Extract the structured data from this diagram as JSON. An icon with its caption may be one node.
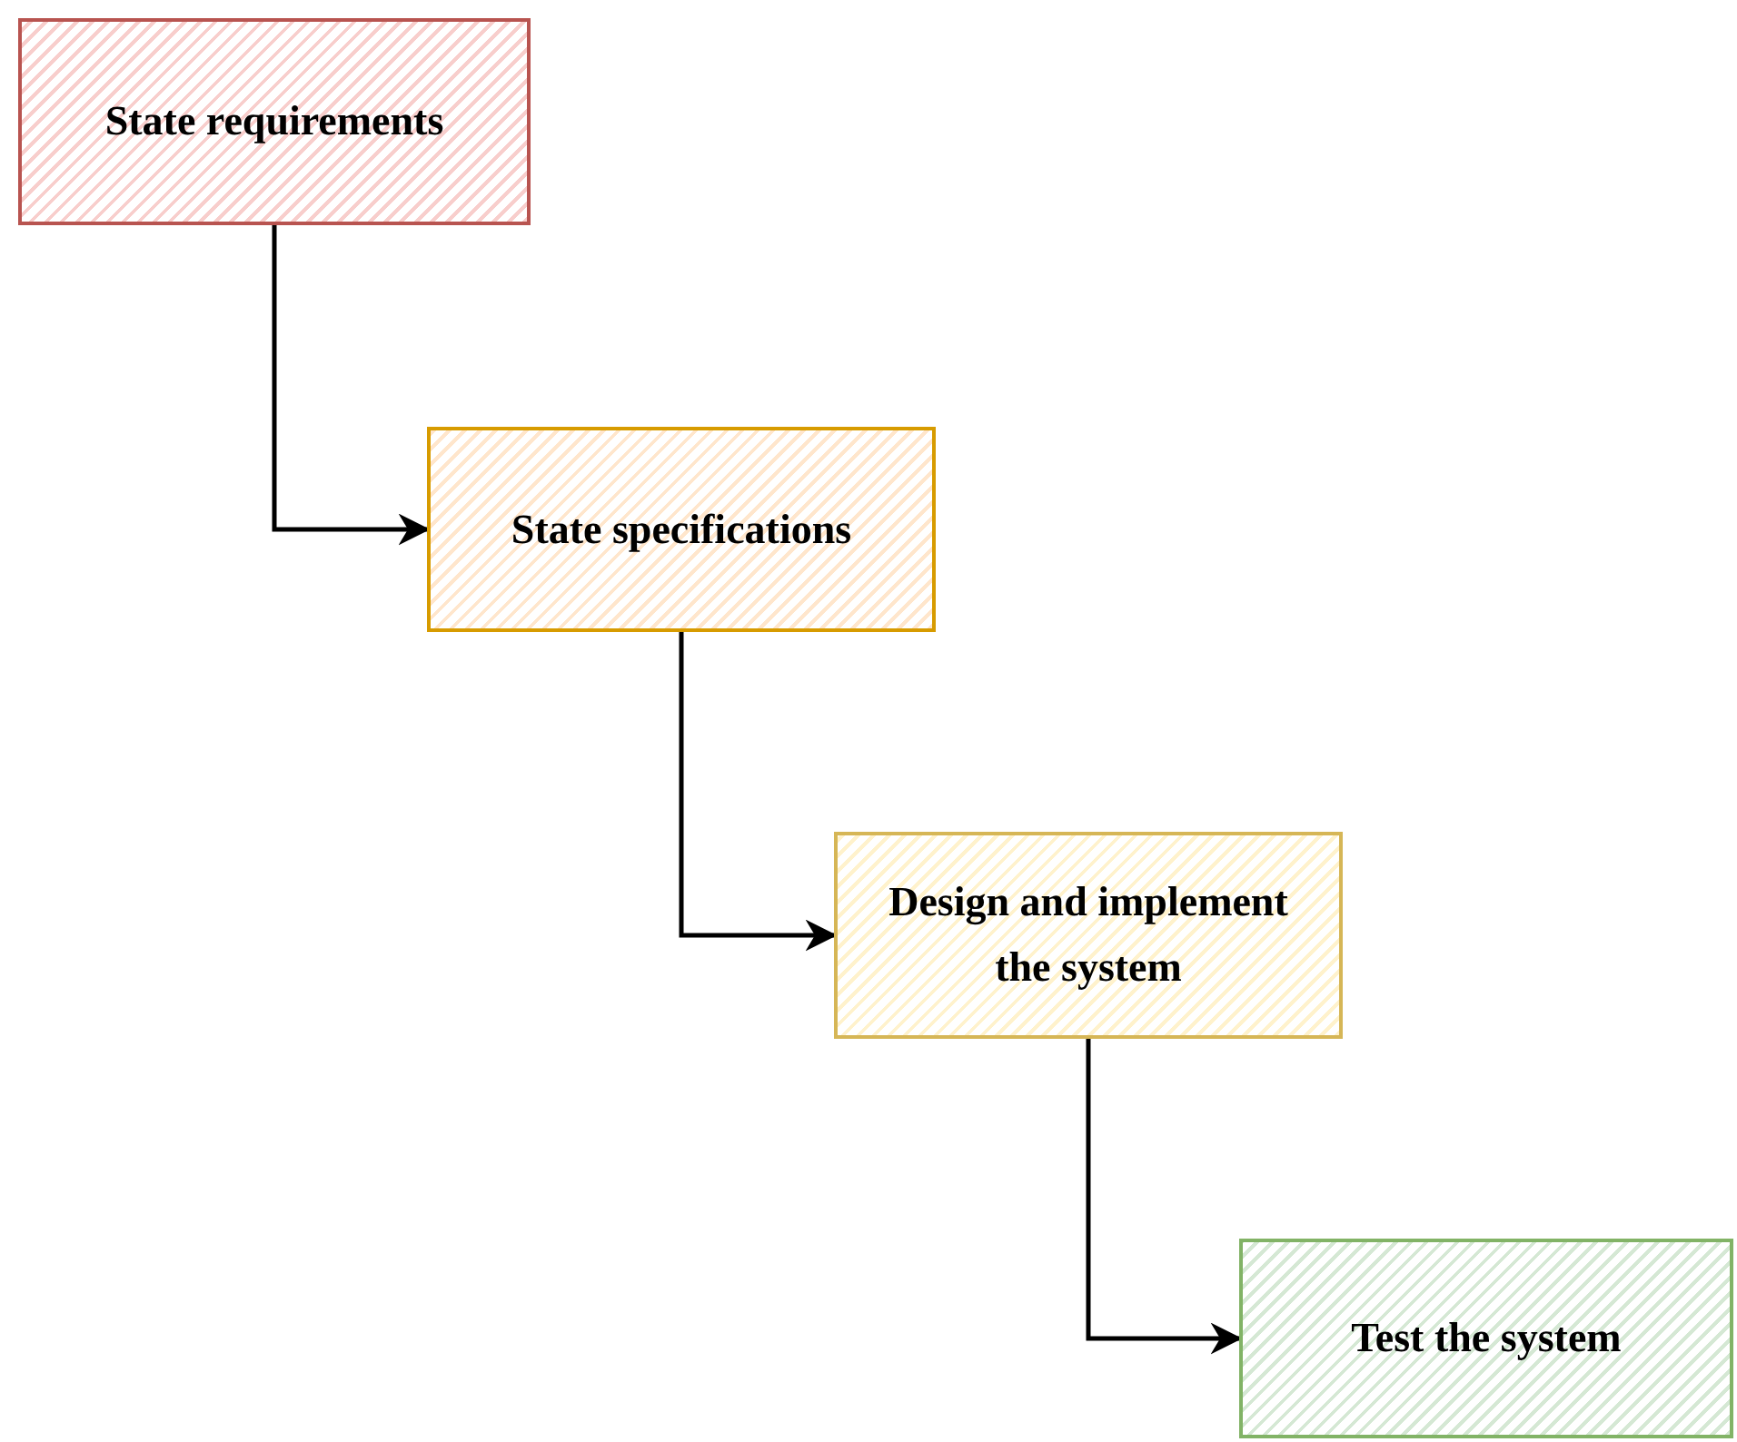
{
  "diagram": {
    "nodes": [
      {
        "text": [
          "State requirements"
        ]
      },
      {
        "text": [
          "State specifications"
        ]
      },
      {
        "text": [
          "Design and implement the system"
        ]
      },
      {
        "text": [
          "Test the system"
        ]
      }
    ],
    "edges": [
      {
        "from": 0,
        "to": 1,
        "arrow": "to"
      },
      {
        "from": 1,
        "to": 2,
        "arrow": "to"
      },
      {
        "from": 2,
        "to": 3,
        "arrow": "to"
      }
    ]
  }
}
